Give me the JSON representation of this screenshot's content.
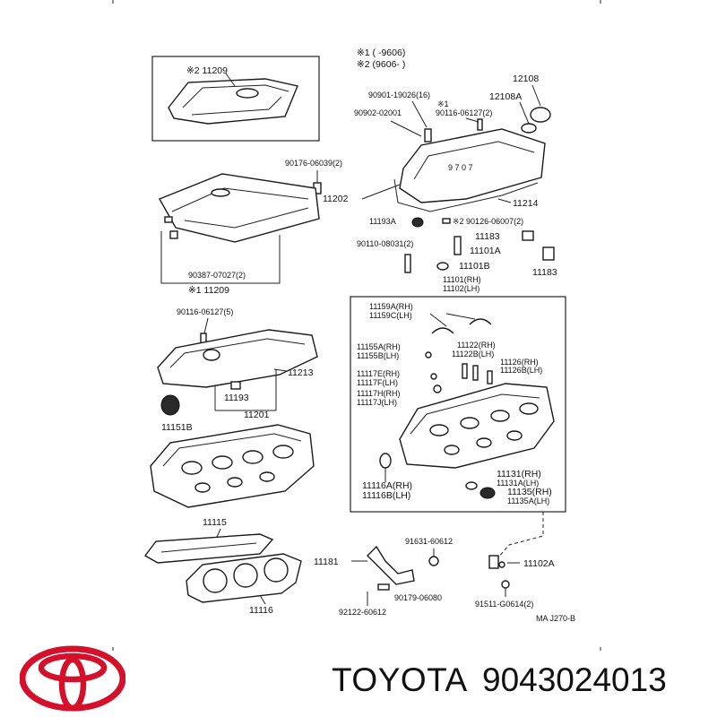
{
  "brand": {
    "name": "TOYOTA",
    "part_number": "9043024013",
    "logo_color": "#d4102a"
  },
  "legend": {
    "line1": "※1 (      -9606)",
    "line2": "※2 (9606-      )"
  },
  "labels": {
    "l11209_top": "※2 11209",
    "l12108": "12108",
    "l12108A": "12108A",
    "l90901": "90901-19026(16)",
    "l_star1": "※1",
    "l90902": "90902-02001",
    "l90116a": "90116-06127(2)",
    "l90176": "90176-06039(2)",
    "l11202": "11202",
    "l11214": "11214",
    "l11193A": "11193A",
    "l90126": "※2 90126-06007(2)",
    "l11183a": "11183",
    "l90110": "90110-08031(2)",
    "l11101A": "11101A",
    "l11101B": "11101B",
    "l11183b": "11183",
    "l11101": "11101(RH)",
    "l11102": "11102(LH)",
    "l90387": "90387-07027(2)",
    "l11209_bot": "※1 11209",
    "l90116b": "90116-06127(5)",
    "l11213": "11213",
    "l11193": "11193",
    "l11201": "11201",
    "l11151B": "11151B",
    "l11159A": "11159A(RH)",
    "l11159C": "11159C(LH)",
    "l11155A": "11155A(RH)",
    "l11155B": "11155B(LH)",
    "l11122": "11122(RH)",
    "l11122B": "11122B(LH)",
    "l11126": "11126(RH)",
    "l11126B": "11126B(LH)",
    "l11117E": "11117E(RH)",
    "l11117F": "11117F(LH)",
    "l11117H": "11117H(RH)",
    "l11117J": "11117J(LH)",
    "l11116A": "11116A(RH)",
    "l11116B": "11116B(LH)",
    "l11131": "11131(RH)",
    "l11131A": "11131A(LH)",
    "l11135": "11135(RH)",
    "l11135A": "11135A(LH)",
    "l11115": "11115",
    "l91631": "91631-60612",
    "l11181": "11181",
    "l11102A": "11102A",
    "l90179": "90179-06080",
    "l11116": "11116",
    "l92122": "92122-60612",
    "l91511": "91511-G0614(2)",
    "l_code": "MA J270-B"
  }
}
